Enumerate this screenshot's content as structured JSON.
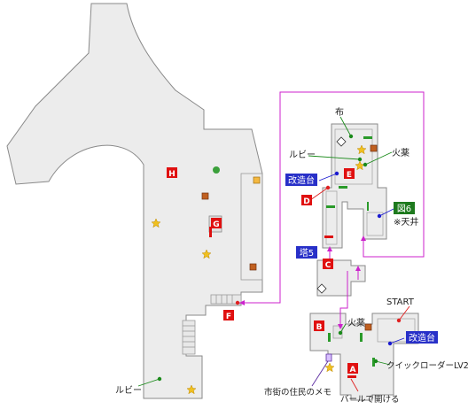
{
  "colors": {
    "floor": "#ececec",
    "wall": "#888888",
    "route": "#cc22cc",
    "item_line": "#1a8a1a",
    "event_line": "#e02020",
    "device_line": "#1a1ad0",
    "red_marker": "#e01010",
    "green_marker": "#1e7a1e",
    "blue_marker": "#2830c8",
    "star": "#f0c020",
    "crate": "#c06020",
    "door": "#2a9a2a",
    "red_door": "#dd1010"
  },
  "markers": {
    "H": "H",
    "G": "G",
    "F": "F",
    "E": "E",
    "D": "D",
    "C": "C",
    "B": "B",
    "A": "A"
  },
  "labels": {
    "nuno": "布",
    "ruby_upper": "ルビー",
    "kayaku_upper": "火薬",
    "kaizoudai_upper": "改造台",
    "zu6": "図6",
    "tenjou": "※天井",
    "tou5": "塔5",
    "start": "START",
    "kayaku_lower": "火薬",
    "kaizoudai_lower": "改造台",
    "quickloader": "クイックローダーLV2",
    "memo": "市街の住民のメモ",
    "bar": "バールで開ける",
    "ruby_lower": "ルビー"
  }
}
